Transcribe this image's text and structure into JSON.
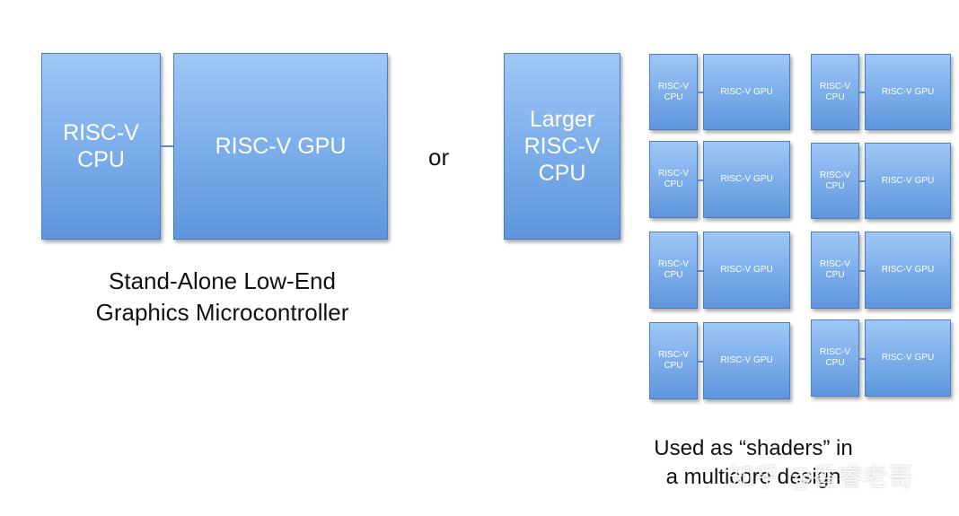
{
  "left": {
    "cpu_label": "RISC-V\nCPU",
    "gpu_label": "RISC-V GPU",
    "caption": "Stand-Alone Low-End\nGraphics Microcontroller"
  },
  "or_label": "or",
  "right": {
    "large_cpu_label": "Larger\nRISC-V\nCPU",
    "pair_cpu_label": "RISC-V\nCPU",
    "pair_gpu_label": "RISC-V GPU",
    "caption": "Used as “shaders” in\na multicore design"
  },
  "watermark": "知乎 @香睿老哥"
}
